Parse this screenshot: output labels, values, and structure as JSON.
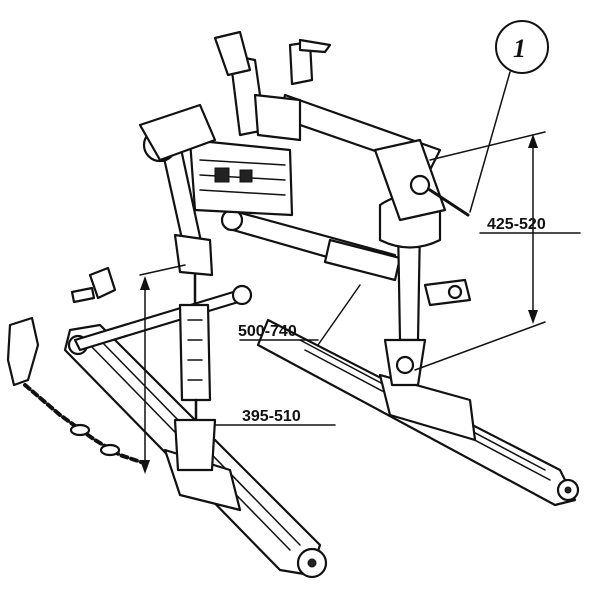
{
  "figure": {
    "callout_number": "1",
    "dimensions": {
      "upper_link_height": "425-520",
      "top_link_length": "500-740",
      "lower_link_height": "395-510"
    }
  }
}
